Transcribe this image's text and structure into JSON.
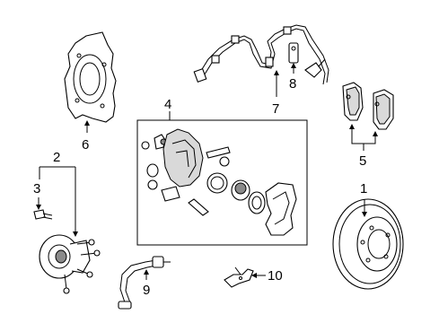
{
  "callouts": {
    "c1": "1",
    "c2": "2",
    "c3": "3",
    "c4": "4",
    "c5": "5",
    "c6": "6",
    "c7": "7",
    "c8": "8",
    "c9": "9",
    "c10": "10"
  },
  "parts": [
    {
      "callout": "1",
      "icon": "brake-rotor-icon"
    },
    {
      "callout": "2",
      "icon": "wheel-hub-icon"
    },
    {
      "callout": "3",
      "icon": "hub-bolt-icon"
    },
    {
      "callout": "4",
      "icon": "caliper-assembly-icon"
    },
    {
      "callout": "5",
      "icon": "brake-pads-icon"
    },
    {
      "callout": "6",
      "icon": "splash-shield-icon"
    },
    {
      "callout": "7",
      "icon": "abs-sensor-wire-icon"
    },
    {
      "callout": "8",
      "icon": "sensor-clip-icon"
    },
    {
      "callout": "9",
      "icon": "brake-hose-icon"
    },
    {
      "callout": "10",
      "icon": "bracket-clip-icon"
    }
  ]
}
